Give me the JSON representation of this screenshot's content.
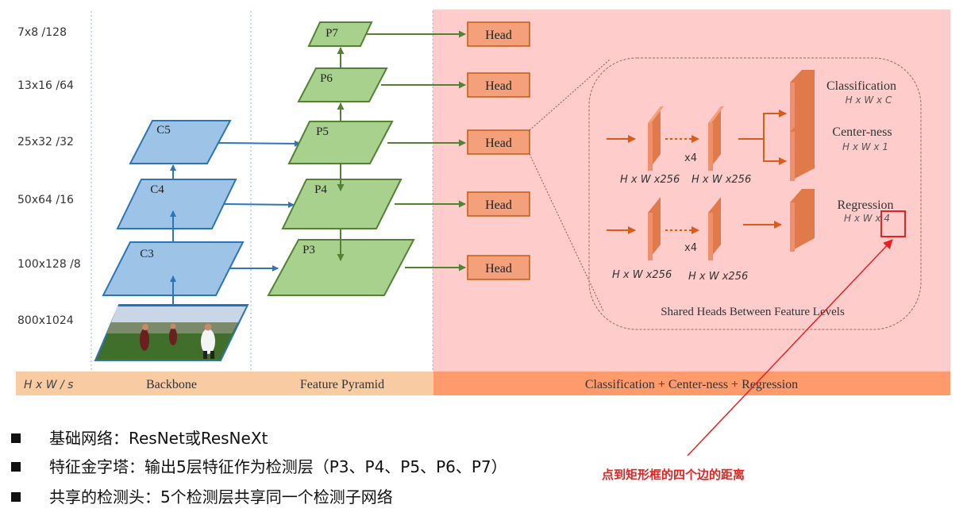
{
  "scale_labels": [
    "7x8 /128",
    "13x16 /64",
    "25x32 /32",
    "50x64 /16",
    "100x128 /8",
    "800x1024"
  ],
  "bottom_bar": {
    "scale_header": "H x W  / s",
    "backbone": "Backbone",
    "pyramid": "Feature Pyramid",
    "heads": "Classification + Center-ness + Regression"
  },
  "backbone_levels": [
    "C5",
    "C4",
    "C3"
  ],
  "pyramid_levels": [
    "P7",
    "P6",
    "P5",
    "P4",
    "P3"
  ],
  "head_label": "Head",
  "head_detail": {
    "classification": "Classification",
    "classification_dim": "H x W x C",
    "centerness": "Center-ness",
    "centerness_dim": "H x W x 1",
    "regression": "Regression",
    "regression_dim": "H x W x 4",
    "feature_dim": "H x W x256",
    "repeat": "x4",
    "caption": "Shared Heads Between Feature Levels"
  },
  "annotation": "点到矩形框的四个边的距离",
  "bullets": [
    "基础网络：ResNet或ResNeXt",
    "特征金字塔：输出5层特征作为检测层（P3、P4、P5、P6、P7）",
    "共享的检测头：5个检测层共享同一个检测子网络"
  ],
  "colors": {
    "backbone_fill": "#9dc3e6",
    "backbone_stroke": "#2e75b6",
    "pyramid_fill": "#a9d18e",
    "pyramid_stroke": "#548235",
    "head_fill": "#f4a07a",
    "head_stroke": "#c55a11",
    "panel_bg": "#ffcccc",
    "bar_bg": "#f8cba3",
    "bar_bg_right": "#ff9a6c",
    "annotation": "#e8201e"
  }
}
